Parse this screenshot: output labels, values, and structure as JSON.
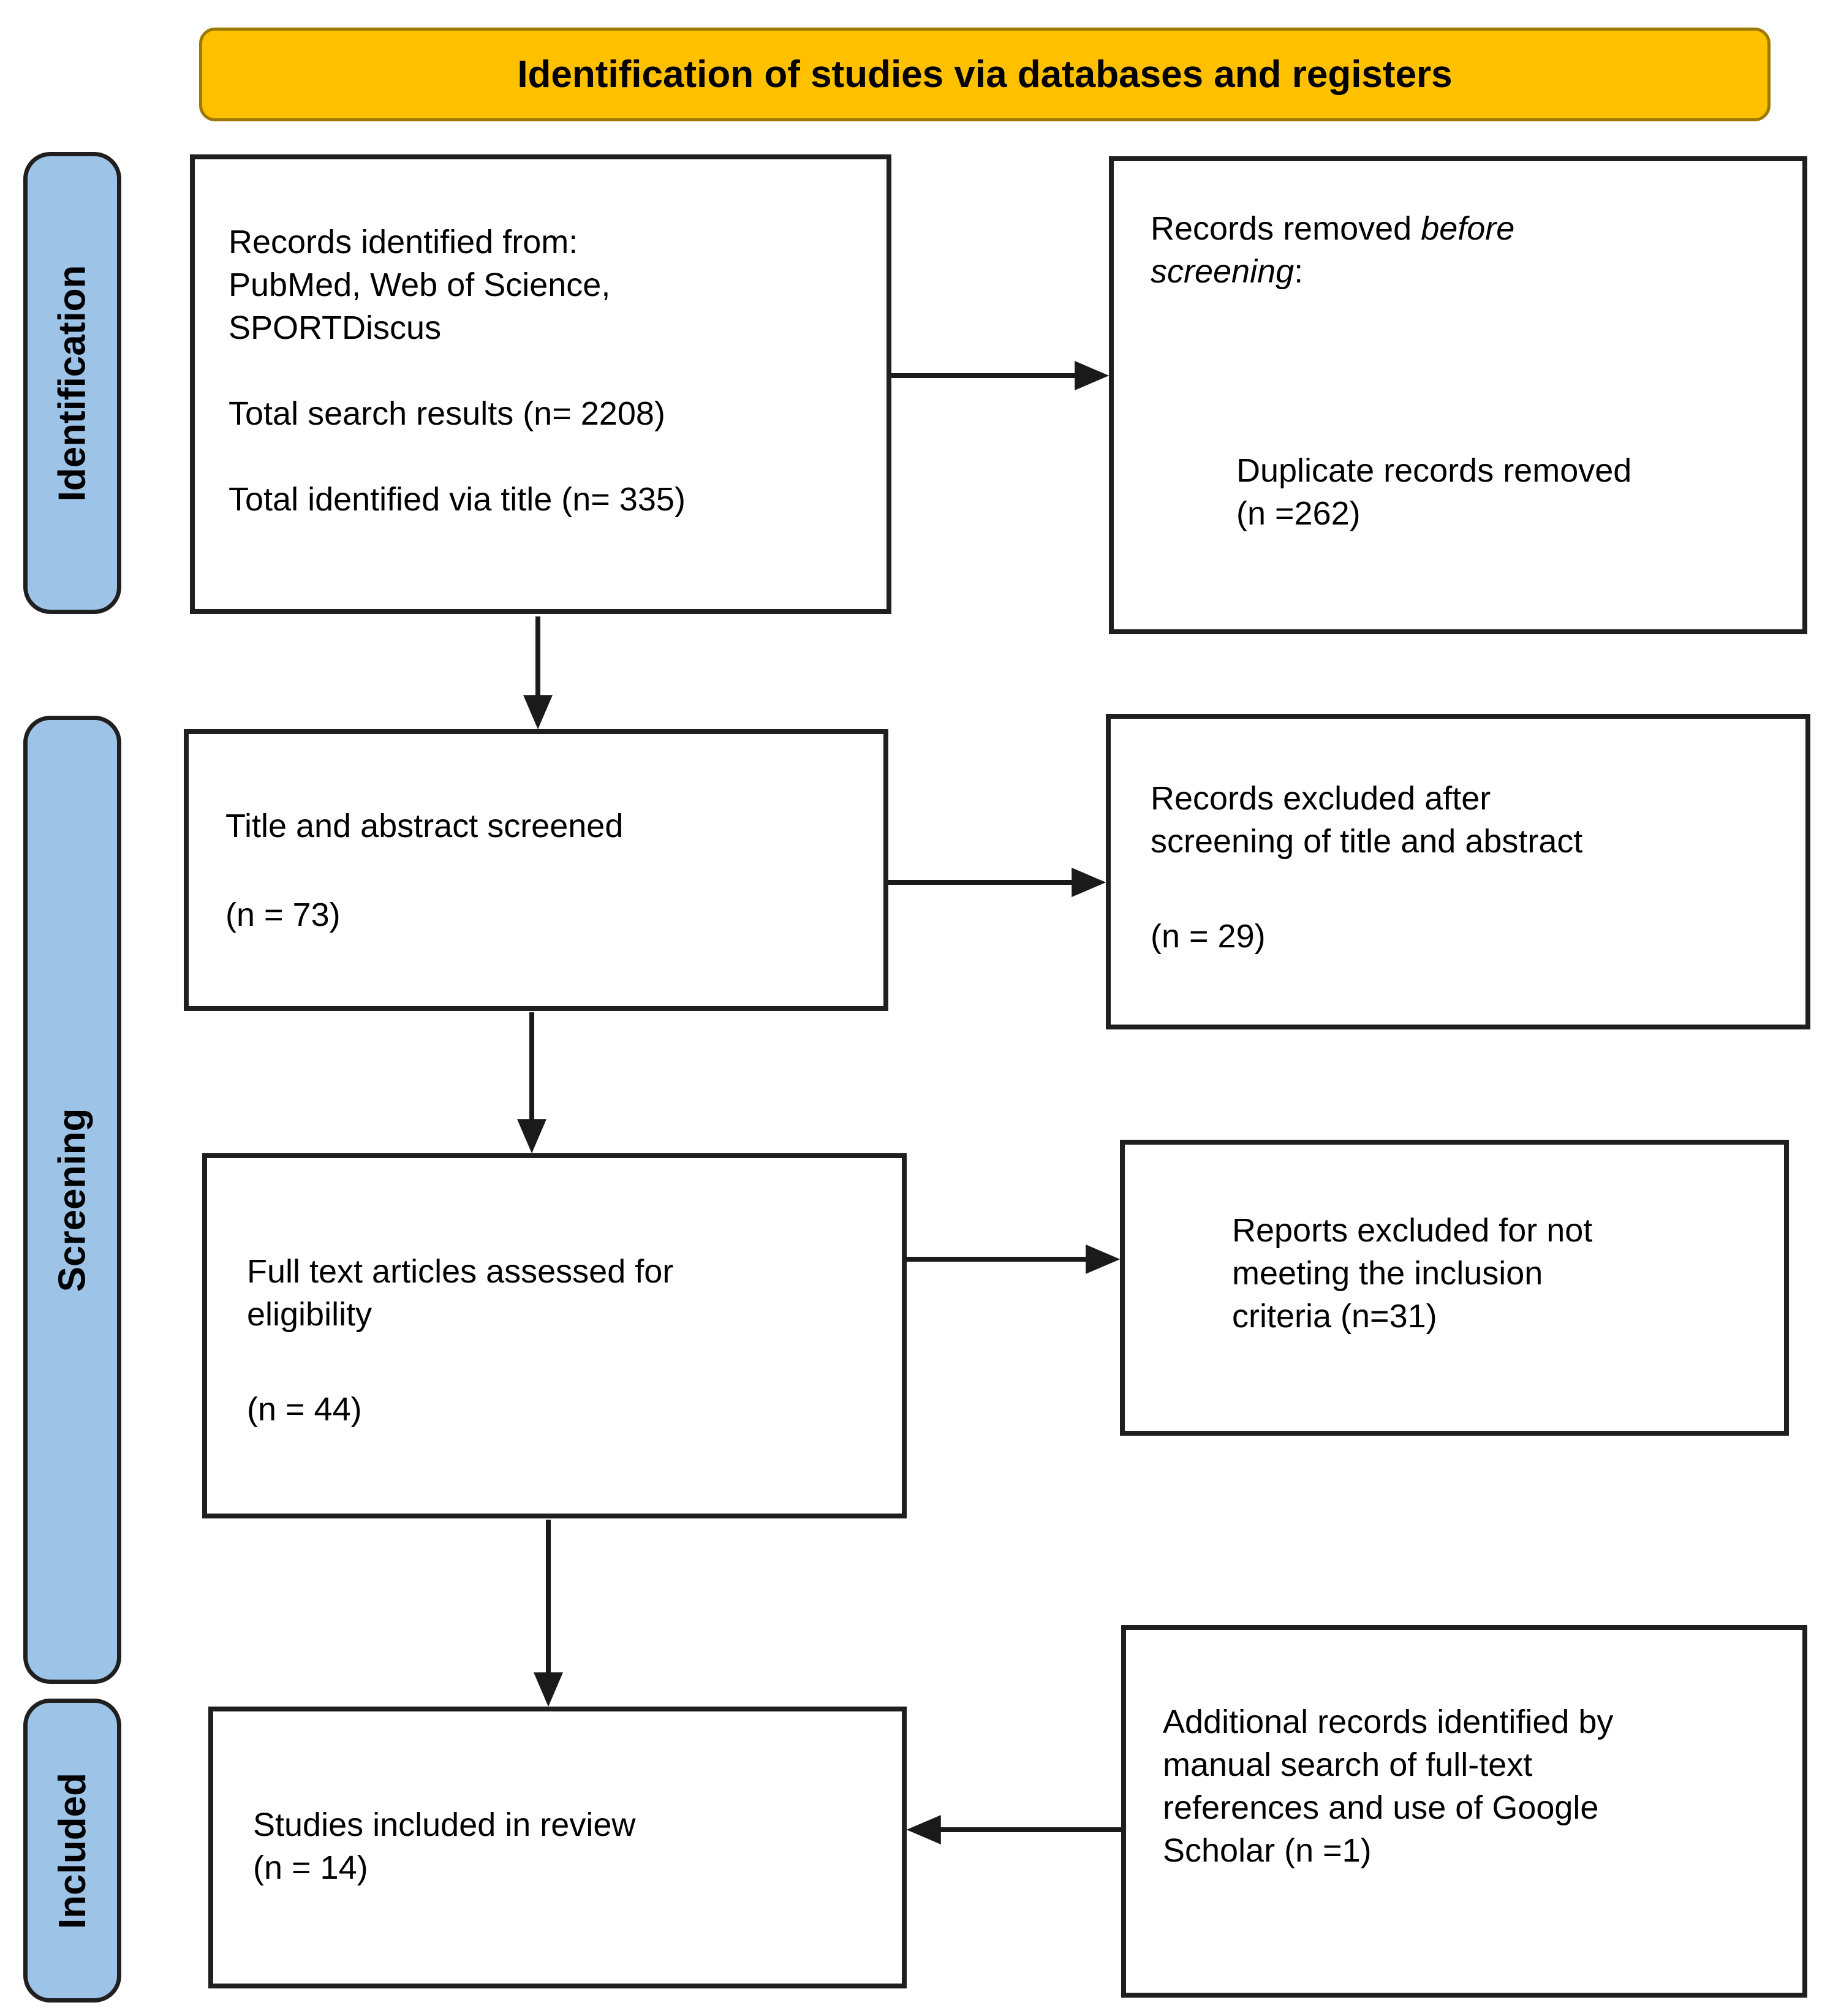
{
  "header": {
    "title": "Identification of studies via databases and registers"
  },
  "colors": {
    "header_bg": "#FFC000",
    "header_border": "#9C7A00",
    "stage_bg": "#9DC3E6",
    "stage_border": "#1F1F1F",
    "box_bg": "#FFFFFF",
    "box_border": "#1F1F1F",
    "arrow": "#1A1A1A",
    "text": "#000000"
  },
  "stages": [
    {
      "label": "Identification"
    },
    {
      "label": "Screening"
    },
    {
      "label": "Included"
    }
  ],
  "boxes": {
    "records_identified": {
      "source_lines": [
        "Records identified from:",
        "PubMed, Web of Science,",
        "SPORTDiscus"
      ],
      "total_search": "Total search results (n= 2208)",
      "total_title": "Total identified via title (n= 335)"
    },
    "records_removed": {
      "lead_normal": "Records removed ",
      "lead_italic_1": "before",
      "lead_italic_2": "screening",
      "lead_colon": ":",
      "detail_line": "Duplicate records removed",
      "detail_n": "(n =262)"
    },
    "title_abstract_screened": {
      "line": "Title and abstract screened",
      "n": "(n = 73)"
    },
    "records_excluded": {
      "line_1": "Records excluded after",
      "line_2": "screening of title and abstract",
      "n": "(n = 29)"
    },
    "full_text_assessed": {
      "line_1": "Full text articles assessed for",
      "line_2": "eligibility",
      "n": "(n = 44)"
    },
    "reports_excluded": {
      "line_1": "Reports excluded for not",
      "line_2": "meeting the inclusion",
      "line_3": "criteria (n=31)"
    },
    "studies_included": {
      "line_1": "Studies included in review",
      "line_2": "(n = 14)"
    },
    "additional_records": {
      "line_1": "Additional records identified by",
      "line_2": "manual search of full-text",
      "line_3": "references and use of Google",
      "line_4": "Scholar (n =1)"
    }
  }
}
